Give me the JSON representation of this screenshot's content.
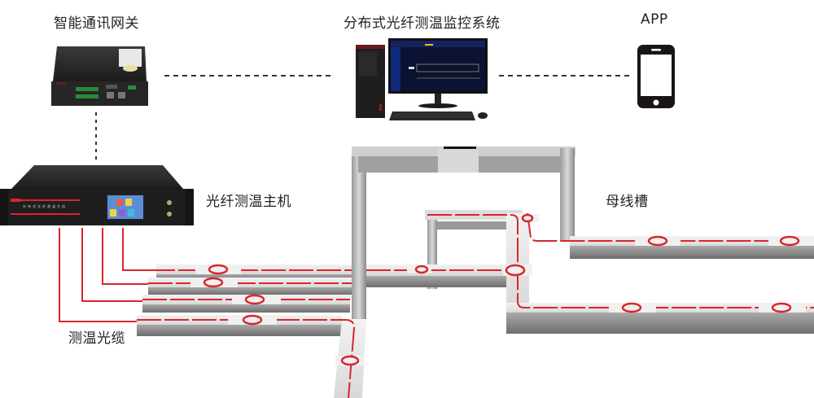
{
  "labels": {
    "gateway": "智能通讯网关",
    "monitor_system": "分布式光纤测温监控系统",
    "app": "APP",
    "host": "光纤测温主机",
    "busway": "母线槽",
    "cable": "测温光缆"
  },
  "colors": {
    "fiber": "#d9262b",
    "device_body": "#2b2b2b",
    "busway_light": "#e4e4e4",
    "busway_dark": "#8c8c8c",
    "screen_bg": "#0b1233",
    "text": "#222222"
  },
  "icons": {
    "phone": "smartphone-icon",
    "pc": "desktop-computer-icon",
    "gateway": "gateway-device-icon",
    "host": "rack-host-icon"
  }
}
